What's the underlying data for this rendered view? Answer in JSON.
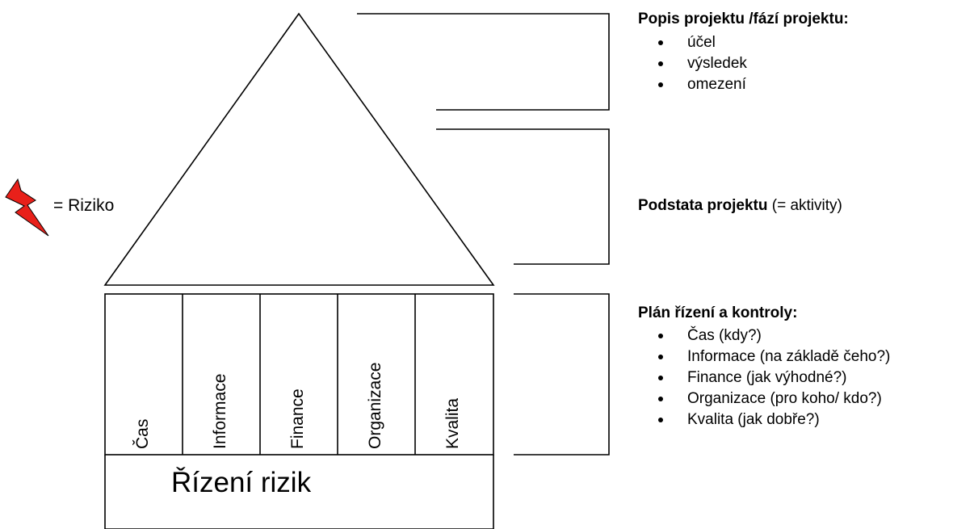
{
  "risk_legend": {
    "icon": "lightning-bolt-icon",
    "icon_color": "#e8201a",
    "label": "= Riziko"
  },
  "pillars": [
    {
      "label": "Čas"
    },
    {
      "label": "Informace"
    },
    {
      "label": "Finance"
    },
    {
      "label": "Organizace"
    },
    {
      "label": "Kvalita"
    }
  ],
  "foundation": {
    "label": "Řízení rizik"
  },
  "sections": {
    "description": {
      "title": "Popis projektu /fází projektu:",
      "items": [
        "účel",
        "výsledek",
        "omezení"
      ]
    },
    "essence": {
      "title_bold": "Podstata projektu",
      "title_rest": " (= aktivity)"
    },
    "plan": {
      "title": "Plán řízení a kontroly:",
      "items": [
        "Čas (kdy?)",
        "Informace (na základě čeho?)",
        "Finance (jak výhodné?)",
        "Organizace (pro koho/ kdo?)",
        "Kvalita (jak dobře?)"
      ]
    }
  }
}
